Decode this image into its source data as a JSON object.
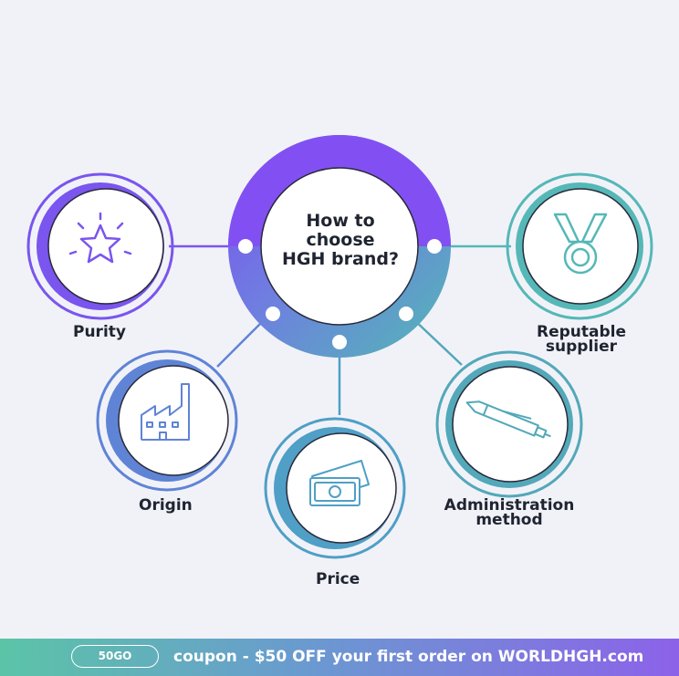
{
  "center": {
    "title_lines": [
      "How to",
      "choose",
      "HGH brand?"
    ]
  },
  "factors": [
    {
      "label_lines": [
        "Purity"
      ],
      "icon": "star-icon",
      "color": "#7a55ee"
    },
    {
      "label_lines": [
        "Origin"
      ],
      "icon": "factory-icon",
      "color": "#5f84d6"
    },
    {
      "label_lines": [
        "Price"
      ],
      "icon": "cash-icon",
      "color": "#4f9fc6"
    },
    {
      "label_lines": [
        "Administration",
        "method"
      ],
      "icon": "pen-icon",
      "color": "#53a8b9"
    },
    {
      "label_lines": [
        "Reputable",
        "supplier"
      ],
      "icon": "medal-icon",
      "color": "#55b8b7"
    }
  ],
  "banner": {
    "code": "50GO",
    "text": "coupon - $50 OFF your first order on WORLDHGH.com"
  }
}
